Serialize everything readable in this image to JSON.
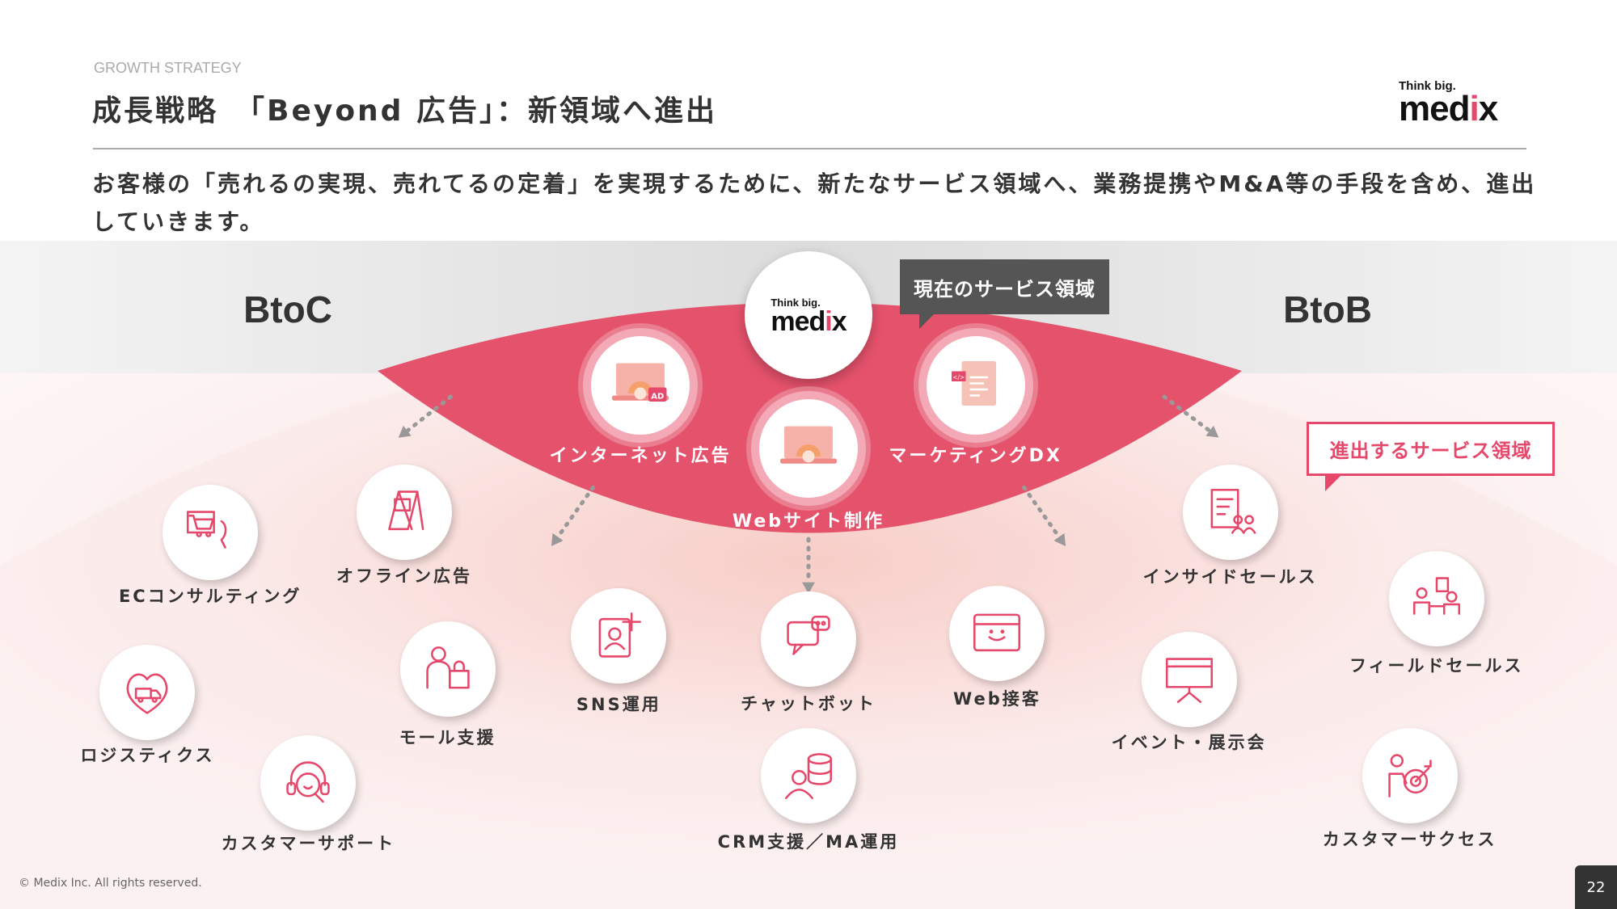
{
  "header": {
    "kicker": "GROWTH STRATEGY",
    "title": "成長戦略　「Beyond 広告」：新領域へ進出",
    "logo": {
      "tagline": "Think big.",
      "brand": "medix"
    }
  },
  "lead_text": "お客様の「売れるの実現、売れてるの定着」を実現するために、新たなサービス領域へ、業務提携やM&A等の手段を含め、進出していきます。",
  "diagram": {
    "left_label": "BtoC",
    "right_label": "BtoB",
    "center_logo": {
      "tagline": "Think big.",
      "brand": "medix"
    },
    "current_callout": "現在のサービス領域",
    "expansion_callout": "進出するサービス領域",
    "current_services": [
      {
        "label": "インターネット広告",
        "icon": "laptop-ad-icon"
      },
      {
        "label": "Webサイト制作",
        "icon": "laptop-gear-icon"
      },
      {
        "label": "マーケティングDX",
        "icon": "code-window-icon"
      }
    ],
    "new_services": [
      {
        "label": "ECコンサルティング",
        "icon": "cart-consult-icon"
      },
      {
        "label": "オフライン広告",
        "icon": "signboard-icon"
      },
      {
        "label": "ロジスティクス",
        "icon": "delivery-truck-icon"
      },
      {
        "label": "モール支援",
        "icon": "shopper-bags-icon"
      },
      {
        "label": "カスタマーサポート",
        "icon": "headset-icon"
      },
      {
        "label": "SNS運用",
        "icon": "social-profile-icon"
      },
      {
        "label": "チャットボット",
        "icon": "chatbot-icon"
      },
      {
        "label": "Web接客",
        "icon": "browser-smile-icon"
      },
      {
        "label": "CRM支援／MA運用",
        "icon": "user-database-icon"
      },
      {
        "label": "インサイドセールス",
        "icon": "document-team-icon"
      },
      {
        "label": "フィールドセールス",
        "icon": "meeting-icon"
      },
      {
        "label": "イベント・展示会",
        "icon": "presentation-board-icon"
      },
      {
        "label": "カスタマーサクセス",
        "icon": "target-person-icon"
      }
    ]
  },
  "colors": {
    "accent": "#e5486a",
    "dark": "#333333",
    "band": "#e6e6e6"
  },
  "footer": {
    "copyright": "© Medix Inc. All rights reserved.",
    "page": "22"
  }
}
